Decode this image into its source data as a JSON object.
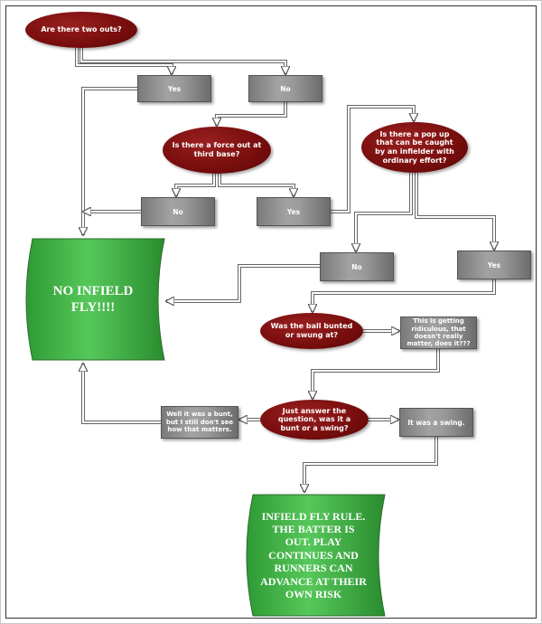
{
  "nodes": {
    "q_two_outs": "Are there two outs?",
    "two_outs_yes": "Yes",
    "two_outs_no": "No",
    "q_force_out": "Is there a force out at third base?",
    "force_no": "No",
    "force_yes": "Yes",
    "q_pop_up": "Is there a pop up that can be caught by an infielder with ordinary effort?",
    "popup_no": "No",
    "popup_yes": "Yes",
    "no_infield_fly": "NO INFIELD FLY!!!!",
    "q_bunted_swung": "Was the ball bunted or swung at?",
    "ridiculous": "This is getting ridiculous, that doesn't really matter, does it???",
    "q_just_answer": "Just answer the question, was it a bunt or a swing?",
    "was_bunt": "Well it was a bunt, but I still don't see how that matters.",
    "was_swing": "It was a swing.",
    "infield_fly_rule": "INFIELD FLY RULE. THE BATTER IS OUT. PLAY CONTINUES AND RUNNERS CAN ADVANCE AT THEIR OWN RISK"
  },
  "colors": {
    "ellipse": "#7a0e0e",
    "box": "#8e8e8e",
    "terminal": "#3cb043",
    "connector": "#ffffff",
    "connector_outline": "#555555"
  }
}
